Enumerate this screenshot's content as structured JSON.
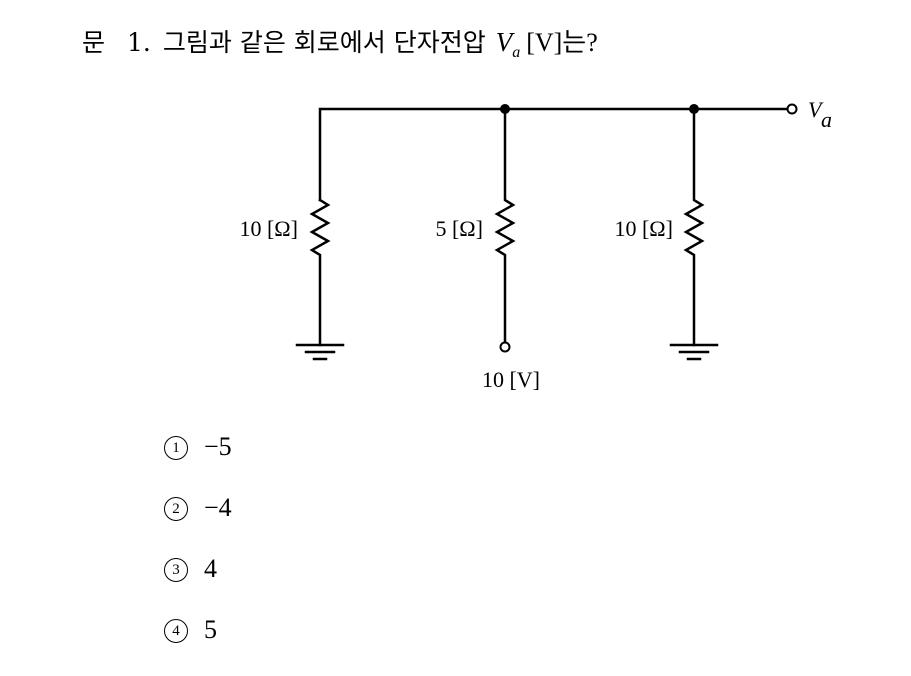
{
  "question": {
    "label": "문",
    "number": "1.",
    "text": "그림과 같은 회로에서 단자전압",
    "variable": "V",
    "subscript": "a",
    "unit_suffix": "[V]는?"
  },
  "circuit": {
    "output_terminal_label": "V",
    "output_terminal_subscript": "a",
    "resistor_left_label": "10 [Ω]",
    "resistor_middle_label": "5 [Ω]",
    "resistor_right_label": "10 [Ω]",
    "source_label": "10 [V]"
  },
  "choices": [
    {
      "mark": "1",
      "value": "−5"
    },
    {
      "mark": "2",
      "value": "−4"
    },
    {
      "mark": "3",
      "value": "4"
    },
    {
      "mark": "4",
      "value": "5"
    }
  ]
}
